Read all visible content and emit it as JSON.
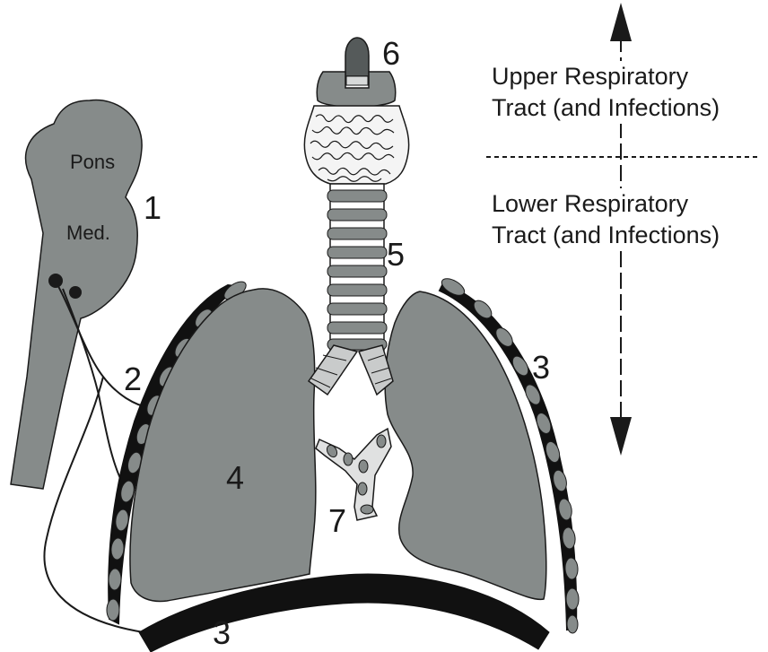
{
  "brainstem": {
    "pons_label": "Pons",
    "medulla_label": "Med."
  },
  "numbers": {
    "n1": "1",
    "n2": "2",
    "n3_right": "3",
    "n3_bottom": "3",
    "n4": "4",
    "n5": "5",
    "n6": "6",
    "n7": "7"
  },
  "regions": {
    "upper_line1": "Upper Respiratory",
    "upper_line2": "Tract (and Infections)",
    "lower_line1": "Lower Respiratory",
    "lower_line2": "Tract (and Infections)"
  },
  "colors": {
    "organ_gray": "#868b8a",
    "light_gray": "#c9cbcb",
    "outline": "#1a1a1a",
    "rib_black": "#111111"
  }
}
